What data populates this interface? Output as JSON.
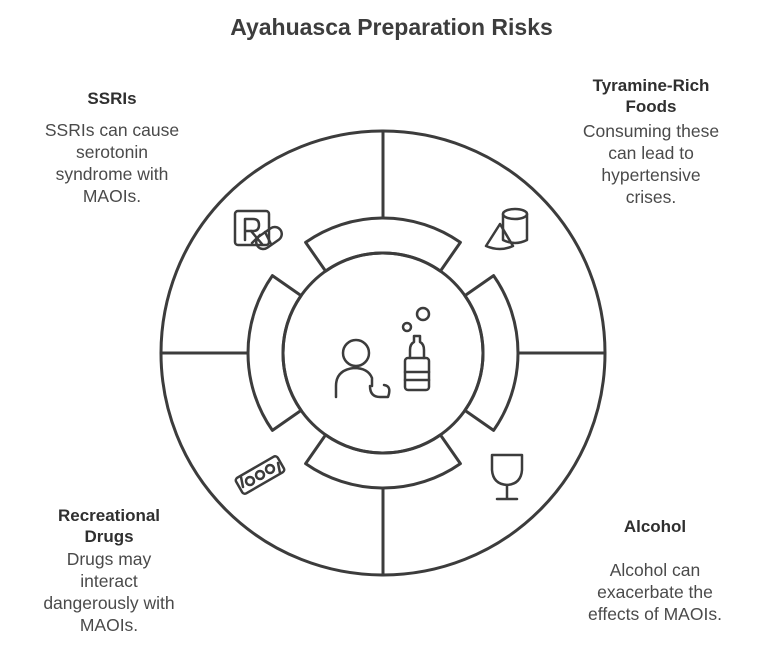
{
  "title": "Ayahuasca Preparation Risks",
  "quadrants": {
    "top_left": {
      "heading": "SSRIs",
      "text": [
        "SSRIs can cause",
        "serotonin",
        "syndrome with",
        "MAOIs."
      ]
    },
    "top_right": {
      "heading": [
        "Tyramine-Rich",
        "Foods"
      ],
      "text": [
        "Consuming these",
        "can lead to",
        "hypertensive",
        "crises."
      ]
    },
    "bottom_left": {
      "heading": [
        "Recreational",
        "Drugs"
      ],
      "text": [
        "Drugs may",
        "interact",
        "dangerously with",
        "MAOIs."
      ]
    },
    "bottom_right": {
      "heading": "Alcohol",
      "text": [
        "Alcohol can",
        "exacerbate the",
        "effects of MAOIs."
      ]
    }
  },
  "icons": {
    "top_left": "prescription-pill-icon",
    "top_right": "cylinder-cone-food-icon",
    "bottom_left": "pill-strip-icon",
    "bottom_right": "wine-glass-icon",
    "center": "person-with-bottle-icon"
  }
}
